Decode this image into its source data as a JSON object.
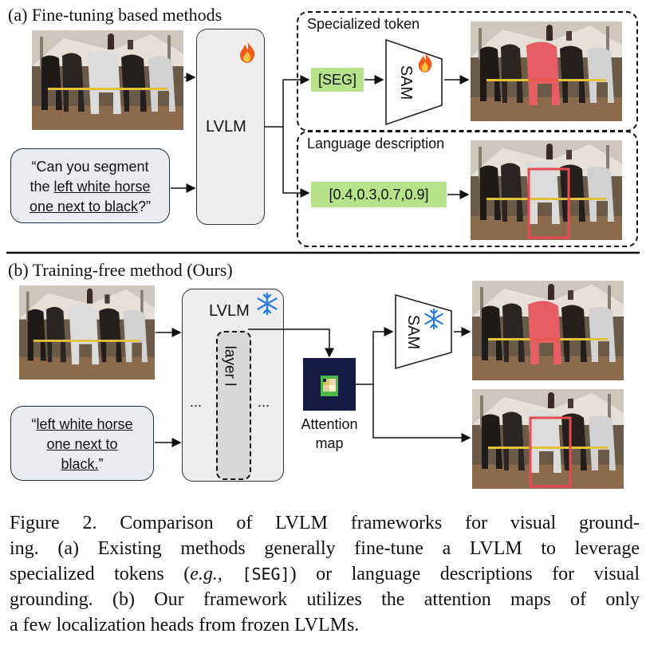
{
  "section_a": {
    "title": "(a) Fine-tuning based methods",
    "prompt_line1": "“Can you segment",
    "prompt_line2_plain": "the ",
    "prompt_line2_underlined": "left white horse",
    "prompt_line3_underlined": "one next to black",
    "prompt_line3_plain": "?”",
    "lvlm_label": "LVLM",
    "specialized_token_title": "Specialized token",
    "seg_token": "[SEG]",
    "sam_label": "SAM",
    "language_description_title": "Language description",
    "bbox_values": "[0.4,0.3,0.7,0.9]"
  },
  "section_b": {
    "title": "(b) Training-free method (Ours)",
    "prompt_line1_plain": "“",
    "prompt_line1_underlined": "left white horse",
    "prompt_line2_underlined": "one next to",
    "prompt_line3_underlined": "black.",
    "prompt_line3_plain": "”",
    "lvlm_label": "LVLM",
    "layer_label": "layer l",
    "ellipsis": "...",
    "sam_label": "SAM",
    "attention_line1": "Attention",
    "attention_line2": "map"
  },
  "caption": {
    "line1": "Figure 2. Comparison of LVLM frameworks for visual ground-",
    "line2": "ing. (a) Existing methods generally fine-tune a LVLM to leverage",
    "line3_a": "specialized tokens (",
    "line3_eg": "e.g.",
    "line3_b": ", ",
    "line3_seg": "[SEG]",
    "line3_c": ") or language descriptions for visual",
    "line4": "grounding. (b) Our framework utilizes the attention maps of only",
    "line5": "a few localization heads from frozen LVLMs."
  },
  "colors": {
    "mask_red": "#e8474d",
    "bbox_red": "#e84a50",
    "token_green": "#b6e38a",
    "freeze_blue": "#2a7de1",
    "fire_orange": "#f05a1a"
  }
}
